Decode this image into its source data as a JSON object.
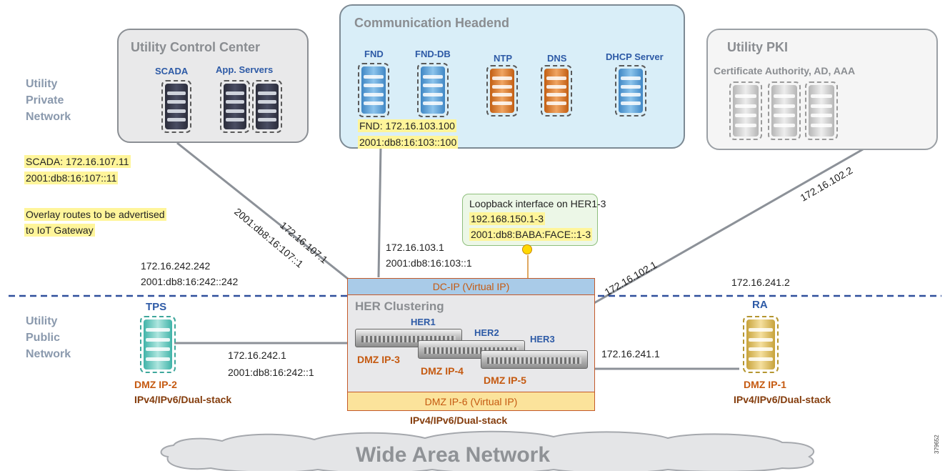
{
  "zones": {
    "private": "Utility\nPrivate\nNetwork",
    "public": "Utility\nPublic\nNetwork"
  },
  "control_center": {
    "title": "Utility Control Center",
    "scada_label": "SCADA",
    "app_servers_label": "App. Servers",
    "scada_addr_v4": "SCADA: 172.16.107.11",
    "scada_addr_v6": "2001:db8:16:107::11"
  },
  "headend": {
    "title": "Communication Headend",
    "fnd_label": "FND",
    "fnd_db_label": "FND-DB",
    "ntp_label": "NTP",
    "dns_label": "DNS",
    "dhcp_label": "DHCP Server",
    "fnd_addr_v4": "FND: 172.16.103.100",
    "fnd_addr_v6": "2001:db8:16:103::100"
  },
  "pki": {
    "title": "Utility PKI",
    "subtitle": "Certificate Authority, AD, AAA"
  },
  "overlay_note": {
    "line1": "Overlay routes to be advertised",
    "line2": "to IoT Gateway"
  },
  "loopback": {
    "line1_prefix": "Loopback interface",
    "line1_suffix": " on HER1-3",
    "line2": "192.168.150.1-3",
    "line3": "2001:db8:BABA:FACE::1-3"
  },
  "links": {
    "scada_v4": "172.16.107.1",
    "scada_v6": "2001:db8:16:107::1",
    "headend_v4": "172.16.103.1",
    "headend_v6": "2001:db8:16:103::1",
    "pki_far": "172.16.102.2",
    "pki_near": "172.16.102.1",
    "tps_route_v4": "172.16.242.242",
    "tps_route_v6": "2001:db8:16:242::242",
    "ra_route": "172.16.241.2",
    "tps_link_v4": "172.16.242.1",
    "tps_link_v6": "2001:db8:16:242::1",
    "ra_link": "172.16.241.1"
  },
  "her": {
    "dc_ip": "DC-IP (Virtual IP)",
    "title": "HER Clustering",
    "her1": "HER1",
    "her2": "HER2",
    "her3": "HER3",
    "dmz3": "DMZ IP-3",
    "dmz4": "DMZ IP-4",
    "dmz5": "DMZ IP-5",
    "dmz6": "DMZ IP-6 (Virtual IP)",
    "stack": "IPv4/IPv6/Dual-stack"
  },
  "tps": {
    "label": "TPS",
    "dmz": "DMZ IP-2",
    "stack": "IPv4/IPv6/Dual-stack"
  },
  "ra": {
    "label": "RA",
    "dmz": "DMZ IP-1",
    "stack": "IPv4/IPv6/Dual-stack"
  },
  "wan": "Wide Area Network",
  "figure_id": "379652",
  "colors": {
    "divider": "#2f4f9c",
    "title_gray": "#8a8d91",
    "device_blue": "#2d5aa6",
    "dmz_orange": "#c55a11",
    "stack_brown": "#843c0c",
    "highlight": "#fff59a"
  }
}
